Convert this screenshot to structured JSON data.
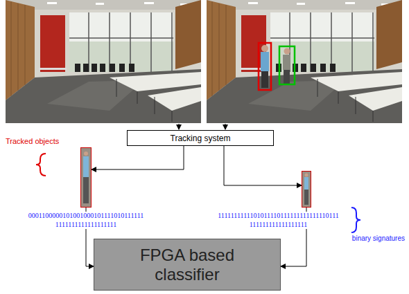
{
  "diagram": {
    "nodes": [
      {
        "text": [
          "Tracking system"
        ]
      },
      {
        "text": [
          "0001100000101001000101111010111111 1111111111111111111"
        ]
      },
      {
        "text": [
          "1111111111101011110111111111111110111 111111111111111111"
        ]
      },
      {
        "text": [
          "FPGA based classifier"
        ]
      }
    ],
    "edges": [
      {
        "from": 0,
        "to": 1,
        "arrow": "to"
      },
      {
        "from": 0,
        "to": 2,
        "arrow": "to"
      },
      {
        "from": 1,
        "to": 3,
        "arrow": "to"
      },
      {
        "from": 2,
        "to": 3,
        "arrow": "to"
      }
    ],
    "labels": [
      "Tracked objects",
      "binary signatures"
    ]
  }
}
